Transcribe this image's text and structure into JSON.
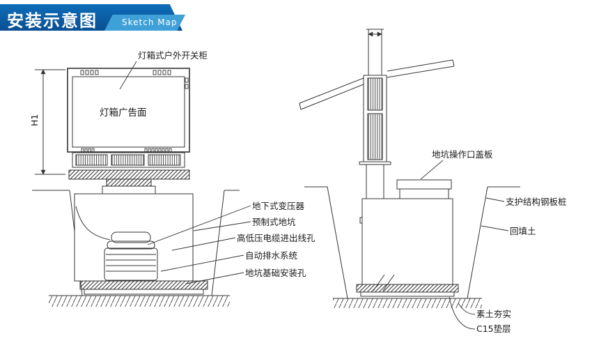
{
  "header": {
    "title": "安装示意图",
    "subtitle": "Sketch Map"
  },
  "colors": {
    "banner-dark": "#0e6db8",
    "banner-dark2": "#0a4f94",
    "banner-light": "#3fa0d8",
    "line": "#333333"
  },
  "left": {
    "labels": {
      "switch_cabinet": "灯箱式户外开关柜",
      "ad_face": "灯箱广告面",
      "h1": "H1",
      "transformer": "地下式变压器",
      "pit": "预制式地坑",
      "cable_holes": "高低压电缆进出线孔",
      "drainage": "自动排水系统",
      "mounting_holes": "地坑基础安装孔"
    }
  },
  "right": {
    "labels": {
      "cover_plate": "地坑操作口盖板",
      "steel_pile": "支护结构钢板桩",
      "backfill": "回填土",
      "compacted_soil": "素土夯实",
      "cushion": "C15垫层"
    }
  }
}
